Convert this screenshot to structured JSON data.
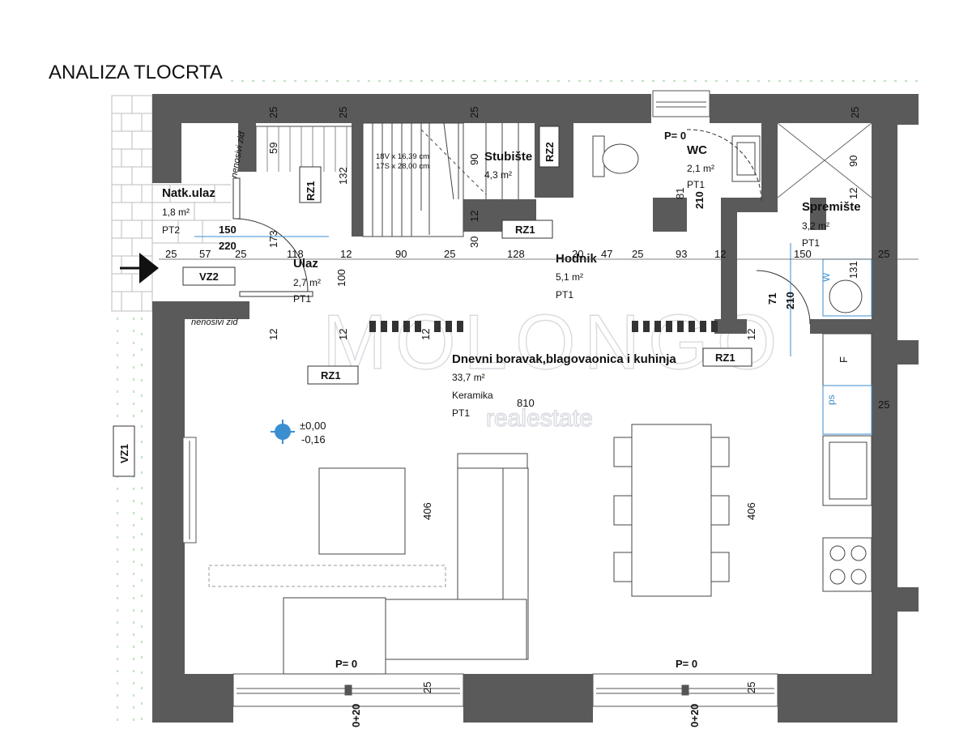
{
  "page": {
    "title": "ANALIZA TLOCRTA"
  },
  "colors": {
    "wall": "#5a5a5a",
    "wall_dark": "#3f3f3f",
    "blue_line": "#3b8ed0",
    "grass": "#7fc77f",
    "watermark": "#d9dbe0"
  },
  "rooms": [
    {
      "name": "Natk.ulaz",
      "area": "1,8 m²",
      "code": "PT2"
    },
    {
      "name": "Ulaz",
      "area": "2,7 m²",
      "code": "PT1"
    },
    {
      "name": "Stubište",
      "area": "4,3 m²",
      "code": ""
    },
    {
      "name": "WC",
      "area": "2,1 m²",
      "code": "PT1"
    },
    {
      "name": "Spremište",
      "area": "3,2 m²",
      "code": "PT1"
    },
    {
      "name": "Hodnik",
      "area": "5,1 m²",
      "code": "PT1"
    },
    {
      "name": "Dnevni boravak,blagovaonica i kuhinja",
      "area": "33,7 m²",
      "material": "Keramika",
      "code": "PT1"
    }
  ],
  "tags": [
    "RZ1",
    "RZ1",
    "RZ1",
    "RZ1",
    "RZ2",
    "VZ1",
    "VZ2"
  ],
  "notes": {
    "stair_rise": "18V x 16,39 cm",
    "stair_tread": "17S x 28,00 cm",
    "nonbearing_1": "nenosivi zid",
    "nonbearing_2": "nenosivi zid",
    "level_top": "±0,00",
    "level_bottom": "-0,16",
    "p0_wc": "P= 0",
    "p0_window_left": "P= 0",
    "p0_window_right": "P= 0",
    "h_left": "0+20",
    "h_right": "0+20",
    "appliance_w": "W",
    "appliance_f": "F",
    "appliance_ps": "ps"
  },
  "dimensions": {
    "entry_row": [
      "25",
      "57",
      "25",
      "118",
      "12",
      "90",
      "25",
      "128",
      "20",
      "47",
      "25",
      "93",
      "12",
      "150",
      "25"
    ],
    "top_25a": "25",
    "top_25b": "25",
    "top_25c": "25",
    "top_25d": "25",
    "top_59": "59",
    "top_132": "132",
    "top_90a": "90",
    "top_12a": "12",
    "top_30": "30",
    "wc_81": "81",
    "wc_210": "210",
    "sp_90": "90",
    "sp_12": "12",
    "sp_131": "131",
    "d150": "150",
    "d220": "220",
    "d173": "173",
    "d100": "100",
    "w12a": "12",
    "w12b": "12",
    "w12c": "12",
    "w12d": "12",
    "d71": "71",
    "d210b": "210",
    "d810": "810",
    "d406a": "406",
    "d406b": "406",
    "r25": "25",
    "b25a": "25",
    "b25b": "25"
  },
  "watermark": {
    "main": "MOLONGO",
    "sub": "realestate"
  }
}
